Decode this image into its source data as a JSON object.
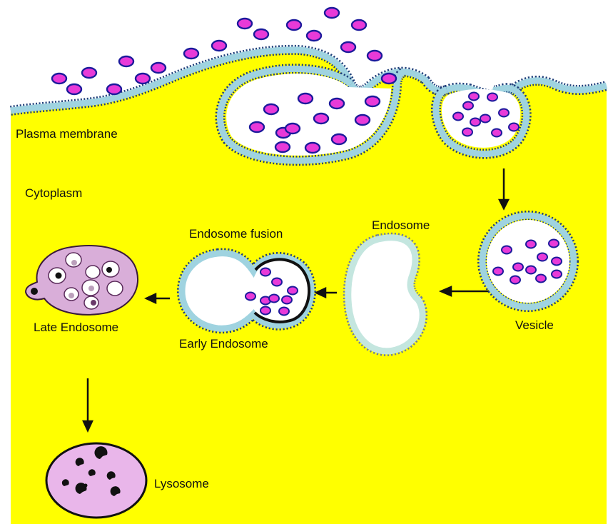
{
  "labels": {
    "plasma_membrane": "Plasma membrane",
    "cytoplasm": "Cytoplasm",
    "endosome_fusion": "Endosome fusion",
    "endosome": "Endosome",
    "vesicle": "Vesicle",
    "late_endosome": "Late Endosome",
    "early_endosome": "Early Endosome",
    "lysosome": "Lysosome"
  },
  "colors": {
    "cytoplasm": "#ffff00",
    "membrane": "#9fd3e0",
    "membrane_edge": "#1f3f7a",
    "particle_fill": "#e83ad8",
    "particle_edge": "#1c1a9c",
    "late_endosome": "#d9aed9",
    "lysosome": "#e9b6ea"
  }
}
